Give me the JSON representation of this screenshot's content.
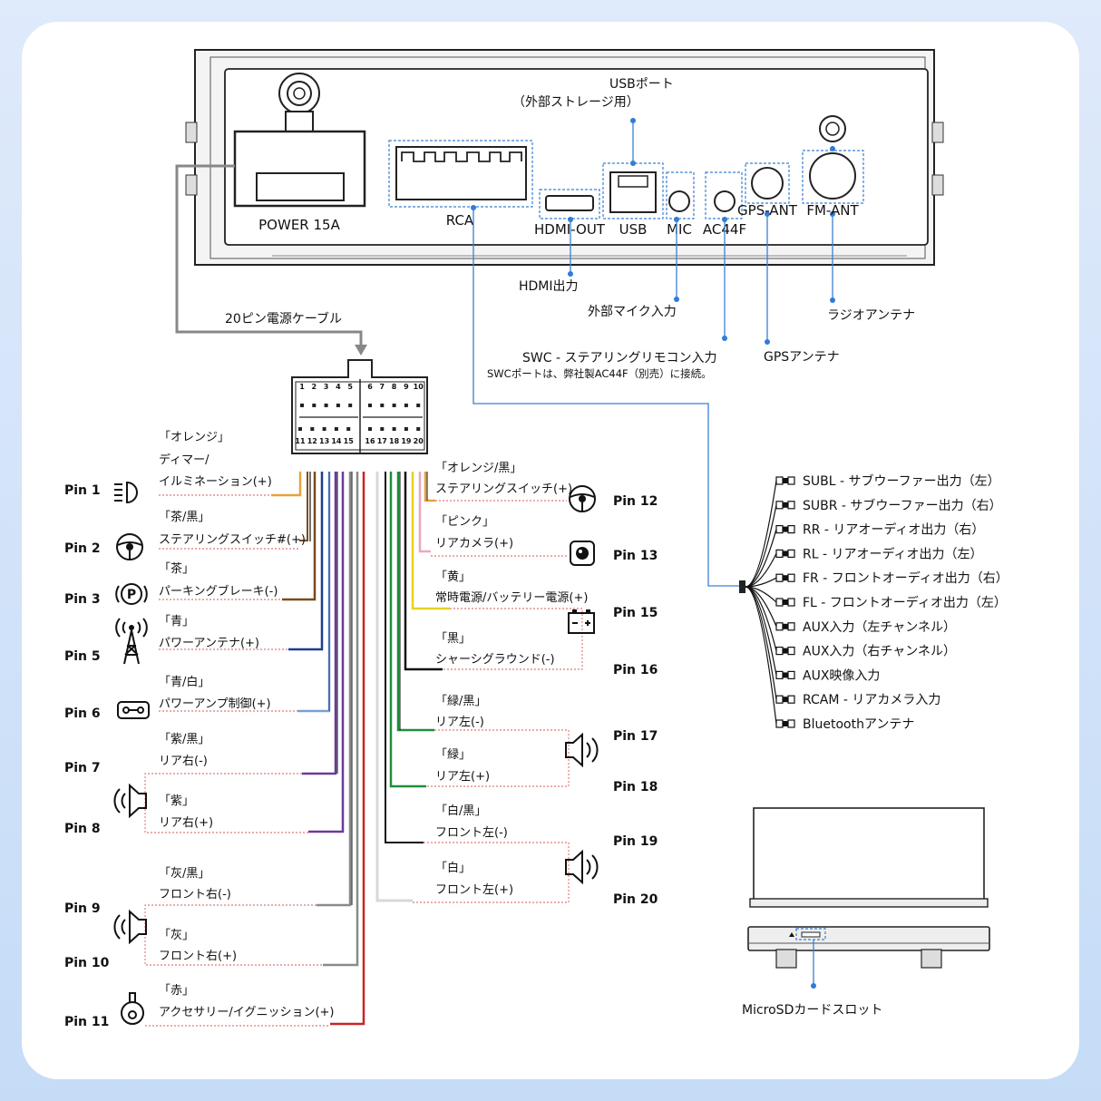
{
  "device": {
    "power": "POWER 15A",
    "rca": "RCA",
    "hdmi": "HDMI-OUT",
    "usb": "USB",
    "mic": "MIC",
    "ac44f": "AC44F",
    "gps": "GPS-ANT",
    "fm": "FM-ANT"
  },
  "callouts": {
    "usb_port_1": "USBポート",
    "usb_port_2": "（外部ストレージ用）",
    "hdmi_out": "HDMI出力",
    "mic_in": "外部マイク入力",
    "radio_ant": "ラジオアンテナ",
    "swc": "SWC - ステアリングリモコン入力",
    "swc_note": "SWCポートは、弊社製AC44F（別売）に接続。",
    "gps_ant": "GPSアンテナ",
    "cable": "20ピン電源ケーブル",
    "microsd": "MicroSDカードスロット"
  },
  "connector": {
    "top_left": [
      "1",
      "2",
      "3",
      "4",
      "5"
    ],
    "top_right": [
      "6",
      "7",
      "8",
      "9",
      "10"
    ],
    "bottom_left": [
      "11",
      "12",
      "13",
      "14",
      "15"
    ],
    "bottom_right": [
      "16",
      "17",
      "18",
      "19",
      "20"
    ]
  },
  "left_pins": [
    {
      "pin": "Pin 1",
      "color": "「オレンジ」",
      "desc": "イルミネーション(+)",
      "extra": "ディマー/"
    },
    {
      "pin": "Pin 2",
      "color": "「茶/黒」",
      "desc": "ステアリングスイッチ#(+)"
    },
    {
      "pin": "Pin 3",
      "color": "「茶」",
      "desc": "パーキングブレーキ(-)"
    },
    {
      "pin": "Pin 5",
      "color": "「青」",
      "desc": "パワーアンテナ(+)"
    },
    {
      "pin": "Pin 6",
      "color": "「青/白」",
      "desc": "パワーアンプ制御(+)"
    },
    {
      "pin": "Pin 7",
      "color": "「紫/黒」",
      "desc": "リア右(-)"
    },
    {
      "pin": "Pin 8",
      "color": "「紫」",
      "desc": "リア右(+)"
    },
    {
      "pin": "Pin 9",
      "color": "「灰/黒」",
      "desc": "フロント右(-)"
    },
    {
      "pin": "Pin 10",
      "color": "「灰」",
      "desc": "フロント右(+)"
    },
    {
      "pin": "Pin 11",
      "color": "「赤」",
      "desc": "アクセサリー/イグニッション(+)"
    }
  ],
  "right_pins": [
    {
      "pin": "Pin 12",
      "color": "「オレンジ/黒」",
      "desc": "ステアリングスイッチ(+)"
    },
    {
      "pin": "Pin 13",
      "color": "「ピンク」",
      "desc": "リアカメラ(+)"
    },
    {
      "pin": "Pin 15",
      "color": "「黄」",
      "desc": "常時電源/バッテリー電源(+)"
    },
    {
      "pin": "Pin 16",
      "color": "「黒」",
      "desc": "シャーシグラウンド(-)"
    },
    {
      "pin": "Pin 17",
      "color": "「緑/黒」",
      "desc": "リア左(-)"
    },
    {
      "pin": "Pin 18",
      "color": "「緑」",
      "desc": "リア左(+)"
    },
    {
      "pin": "Pin 19",
      "color": "「白/黒」",
      "desc": "フロント左(-)"
    },
    {
      "pin": "Pin 20",
      "color": "「白」",
      "desc": "フロント左(+)"
    }
  ],
  "rca_outputs": [
    "SUBL - サブウーファー出力（左）",
    "SUBR - サブウーファー出力（右）",
    "RR - リアオーディオ出力（右）",
    "RL - リアオーディオ出力（左）",
    "FR - フロントオーディオ出力（右）",
    "FL - フロントオーディオ出力（左）",
    "AUX入力（左チャンネル）",
    "AUX入力（右チャンネル）",
    "AUX映像入力",
    "RCAM - リアカメラ入力",
    "Bluetoothアンテナ"
  ],
  "wire_colors": {
    "orange": "#e8a23a",
    "brown": "#7a4a1a",
    "blue": "#1b3f8f",
    "blue_white": "#7aa0d0",
    "purple": "#6b3a9c",
    "gray": "#8a8a8a",
    "red": "#cc2222",
    "yellow": "#e8d220",
    "pink": "#e9a7c4",
    "black": "#111111",
    "green": "#1f8f3a",
    "white": "#d8d8d8",
    "callout_blue": "#2f7bd8"
  }
}
